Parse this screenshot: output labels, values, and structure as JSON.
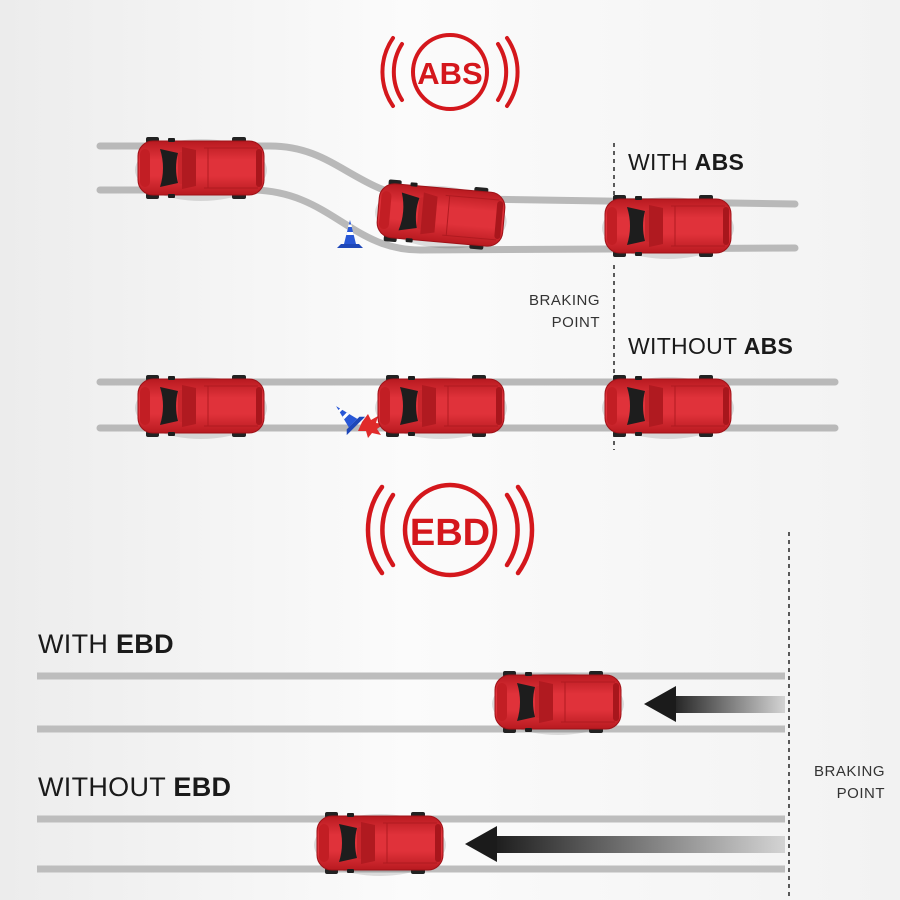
{
  "abs_section": {
    "badge_text": "ABS",
    "with_label": {
      "prefix": "WITH ",
      "strong": "ABS"
    },
    "without_label": {
      "prefix": "WITHOUT ",
      "strong": "ABS"
    },
    "braking_point": {
      "line1": "BRAKING",
      "line2": "POINT"
    }
  },
  "ebd_section": {
    "badge_text": "EBD",
    "with_label": {
      "prefix": "WITH ",
      "strong": "EBD"
    },
    "without_label": {
      "prefix": "WITHOUT ",
      "strong": "EBD"
    },
    "braking_point": {
      "line1": "BRAKING",
      "line2": "POINT"
    }
  },
  "colors": {
    "accent_red": "#d4171c",
    "car_red": "#d8262c",
    "cone_blue": "#2857d6",
    "track_gray": "#bdbdbd",
    "arrow_dark": "#1b1b1b"
  },
  "icons": [
    "car-icon",
    "traffic-cone-icon",
    "collision-icon",
    "warning-badge-icon",
    "arrow-left-icon"
  ]
}
